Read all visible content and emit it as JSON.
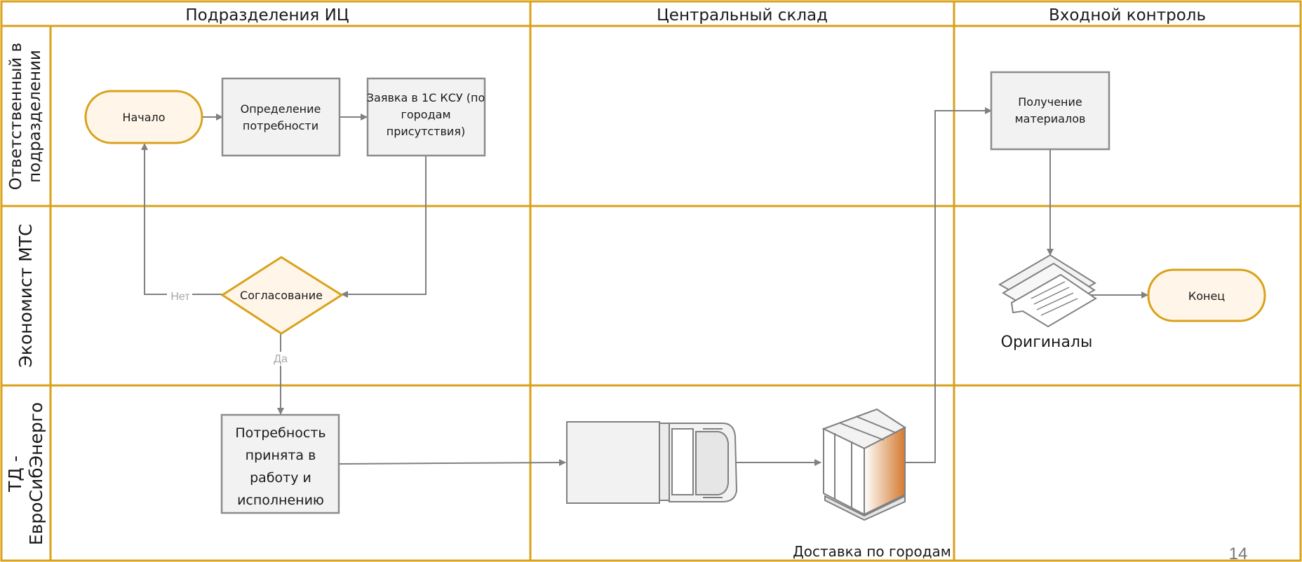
{
  "colors": {
    "frame": "#d9a21b",
    "box_fill": "#f2f2f2",
    "box_stroke": "#8c8c8c",
    "terminal_fill": "#fff6e9",
    "arrow": "#808080",
    "edge_label": "#a8a8a8"
  },
  "columns": [
    {
      "title": "Подразделения ИЦ"
    },
    {
      "title": "Центральный склад"
    },
    {
      "title": "Входной контроль"
    }
  ],
  "lanes": [
    {
      "title_lines": [
        "Ответственный в",
        "подразделении"
      ]
    },
    {
      "title_lines": [
        "Экономист МТС"
      ]
    },
    {
      "title_lines": [
        "ТД -",
        "ЕвроСибЭнерго"
      ]
    }
  ],
  "nodes": {
    "start": {
      "label": "Начало",
      "shape": "terminal"
    },
    "need": {
      "lines": [
        "Определение",
        "потребности"
      ],
      "shape": "process"
    },
    "request": {
      "lines": [
        "Заявка в 1С КСУ (по",
        "городам",
        "присутствия)"
      ],
      "shape": "process"
    },
    "approval": {
      "label": "Согласование",
      "shape": "decision"
    },
    "accepted": {
      "lines": [
        "Потребность",
        "принята в",
        "работу и",
        "исполнению"
      ],
      "shape": "process"
    },
    "truck": {
      "icon": "truck-icon"
    },
    "package": {
      "icon": "package-icon"
    },
    "delivery": {
      "label": "Доставка по городам"
    },
    "receive": {
      "lines": [
        "Получение",
        "материалов"
      ],
      "shape": "process"
    },
    "originals": {
      "label": "Оригиналы",
      "icon": "documents-icon"
    },
    "end": {
      "label": "Конец",
      "shape": "terminal"
    }
  },
  "edges": [
    {
      "from": "start",
      "to": "need"
    },
    {
      "from": "need",
      "to": "request"
    },
    {
      "from": "request",
      "to": "approval"
    },
    {
      "from": "approval",
      "to": "start",
      "label": "Нет"
    },
    {
      "from": "approval",
      "to": "accepted",
      "label": "Да"
    },
    {
      "from": "accepted",
      "to": "truck"
    },
    {
      "from": "truck",
      "to": "package"
    },
    {
      "from": "package",
      "to": "receive"
    },
    {
      "from": "receive",
      "to": "originals"
    },
    {
      "from": "originals",
      "to": "end"
    }
  ],
  "page_number": "14"
}
